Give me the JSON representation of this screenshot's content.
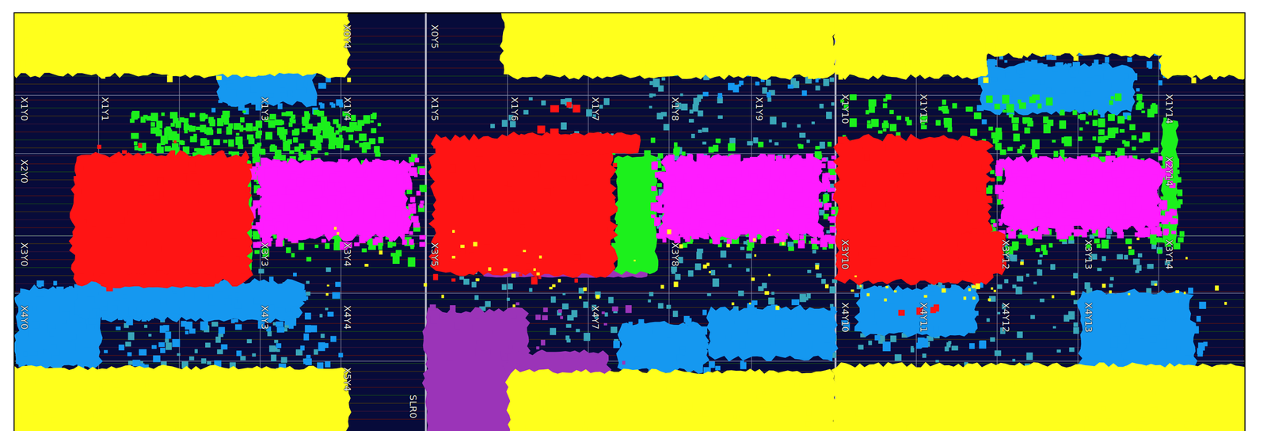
{
  "diagram": {
    "labels": [
      "X0Y4",
      "X0Y5",
      "X1Y0",
      "X1Y1",
      "X1Y3",
      "X1Y4",
      "X1Y5",
      "X1Y6",
      "X1Y7",
      "X1Y8",
      "X1Y9",
      "X1Y10",
      "X1Y11",
      "X1Y14",
      "X2Y0",
      "X2Y14",
      "X3Y0",
      "X3Y3",
      "X3Y4",
      "X3Y5",
      "X3Y8",
      "X3Y10",
      "X3Y12",
      "X3Y13",
      "X3Y14",
      "X4Y0",
      "X4Y3",
      "X4Y4",
      "X4Y7",
      "X4Y10",
      "X4Y11",
      "X4Y12",
      "X4Y13",
      "X5Y4",
      "SLR0"
    ]
  }
}
